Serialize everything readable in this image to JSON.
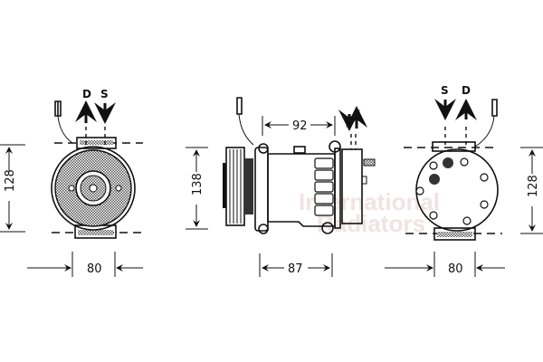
{
  "watermark": {
    "line1": "International",
    "line2": "Radiators"
  },
  "views": {
    "front": {
      "port_left": "D",
      "port_right": "S",
      "height_dim": "128",
      "width_dim": "80"
    },
    "side": {
      "height_dim": "138",
      "top_dim": "92",
      "bottom_dim": "87"
    },
    "rear": {
      "port_left": "S",
      "port_right": "D",
      "height_dim": "128",
      "width_dim": "80"
    }
  },
  "colors": {
    "line": "#111111",
    "hatch": "#888888",
    "watermark": "#e9d2d2"
  }
}
